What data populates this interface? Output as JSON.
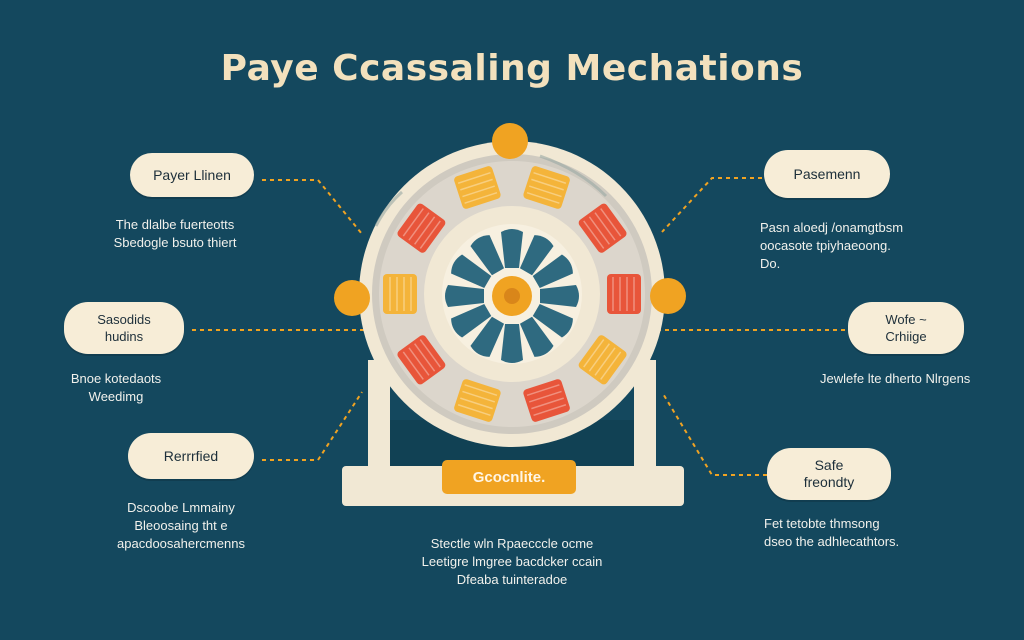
{
  "title": "Paye Ccassaling Mechations",
  "colors": {
    "background": "#14485e",
    "pill": "#f7edd7",
    "accent_orange": "#f0a322",
    "segment_red": "#e8553a",
    "segment_yellow": "#f4b43a",
    "connector": "#f0a322"
  },
  "left": [
    {
      "label": "Payer Llinen",
      "desc": [
        "The dlalbe fuerteotts",
        "Sbedogle bsuto thiert"
      ]
    },
    {
      "label": "Sasodids hudins",
      "desc": [
        "Bnoe kotedaots",
        "Weedimg"
      ]
    },
    {
      "label": "Rerrrfied",
      "desc": [
        "Dscoobe Lmmainy",
        "Bleoosaing tht e",
        "apacdoosahercmenns"
      ]
    }
  ],
  "right": [
    {
      "label": "Pasemenn",
      "desc": [
        "Pasn aloedj /onamgtbsm",
        "oocasote tpiyhaeoong.",
        "Do."
      ]
    },
    {
      "label": "Wofe ~ Crhiige",
      "desc": [
        "Jewlefe lte dherto Nlrgens"
      ]
    },
    {
      "label": "Safe freondty",
      "desc": [
        "Fet tetobte thmsong",
        "dseo the adhlecathtors."
      ]
    }
  ],
  "center_badge": "Gcocnlite.",
  "center_desc": [
    "Stectle wln Rpaecccle ocme",
    "Leetigre lmgree bacdcker ccain",
    "Dfeaba tuinteradoe"
  ]
}
